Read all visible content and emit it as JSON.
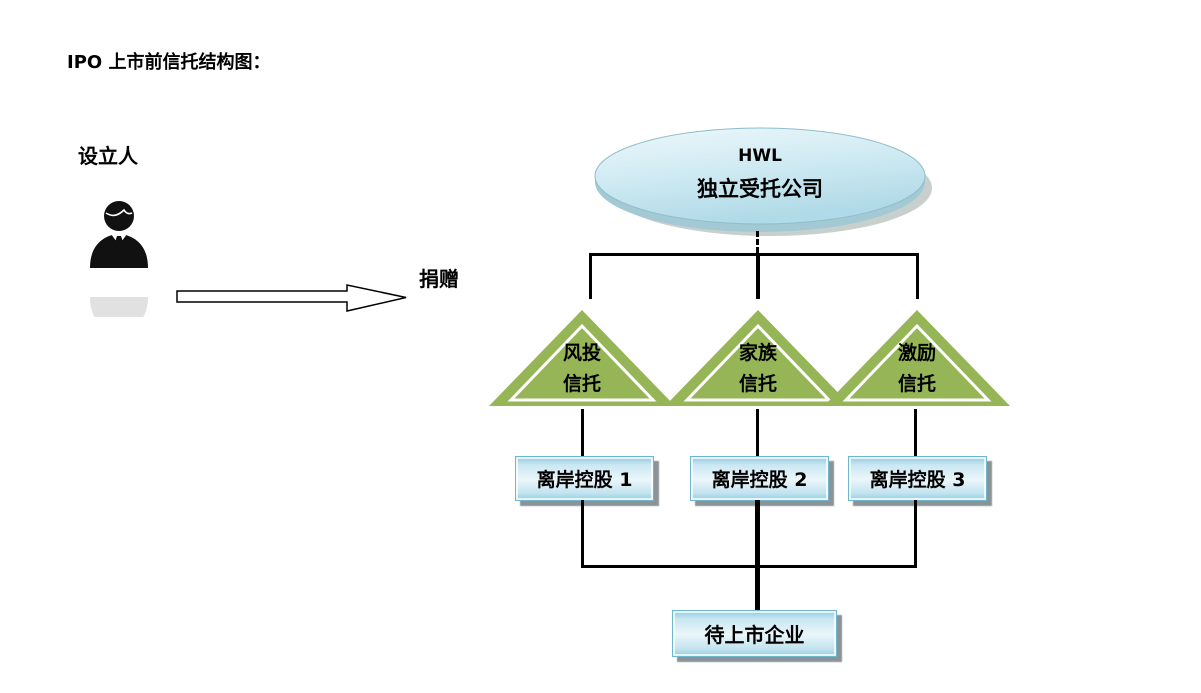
{
  "title": "IPO 上市前信托结构图：",
  "settlor": {
    "label": "设立人"
  },
  "donation": {
    "label": "捐赠"
  },
  "trustee": {
    "name": "HWL",
    "subtitle": "独立受托公司"
  },
  "trusts": [
    {
      "line1": "风投",
      "line2": "信托"
    },
    {
      "line1": "家族",
      "line2": "信托"
    },
    {
      "line1": "激励",
      "line2": "信托"
    }
  ],
  "holdings": [
    {
      "label": "离岸控股 1"
    },
    {
      "label": "离岸控股 2"
    },
    {
      "label": "离岸控股 3"
    }
  ],
  "company": {
    "label": "待上市企业"
  },
  "colors": {
    "triangle_green": "#95B556",
    "ellipse_fill_top": "#E9F6FA",
    "ellipse_fill_bottom": "#B4DCE9",
    "ellipse_rim": "#A3C9D4",
    "box_blue_light": "#EBF6FA",
    "box_blue_edge": "#96CFE0",
    "connector": "#000000"
  }
}
